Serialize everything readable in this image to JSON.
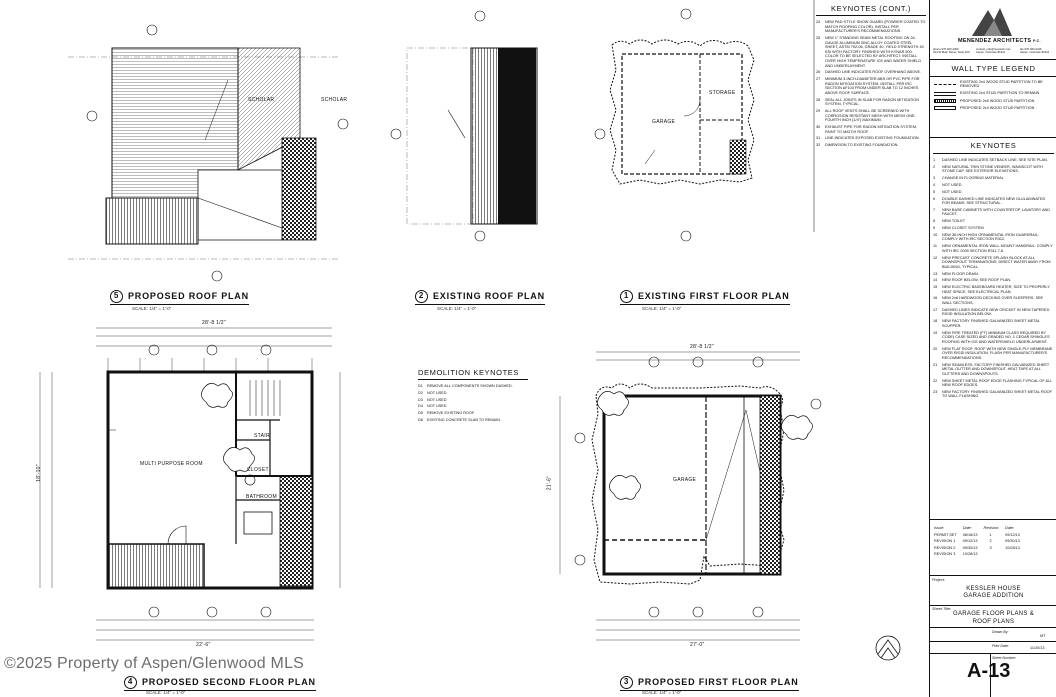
{
  "firm": {
    "name": "MENENDEZ ARCHITECTS",
    "suffix": "P.C.",
    "contact_left": "phone 970.920.4400\n314 W Main Street, Suite 100",
    "contact_mid": "contact_info@menarch.com\nAspen, Colorado 81611",
    "contact_right": "fax 970.920.4416\nAspen, Colorado 81611"
  },
  "wall_legend": {
    "title": "WALL TYPE LEGEND",
    "items": [
      {
        "label": "EXISTING 2x4 WOOD STUD PARTITION TO BE REMOVED",
        "style": "dashed"
      },
      {
        "label": "EXISTING 2x4 STUD PARTITION TO REMAIN",
        "style": "double"
      },
      {
        "label": "PROPOSED 2x6 WOOD STUD PARTITION",
        "style": "hatched"
      },
      {
        "label": "PROPOSED 2x4 WOOD STUD PARTITION",
        "style": "solid"
      }
    ]
  },
  "keynotes": {
    "title": "KEYNOTES",
    "items": [
      {
        "n": "1",
        "t": "DASHED LINE INDICATES SETBACK LINE, SEE SITE PLAN."
      },
      {
        "n": "2",
        "t": "NEW NATURAL THIN STONE VENEER, WAINSCOT WITH STONE CAP. SEE EXTERIOR ELEVATIONS."
      },
      {
        "n": "3",
        "t": "CHANGE IN FLOORING MATERIAL"
      },
      {
        "n": "4",
        "t": "NOT USED"
      },
      {
        "n": "5",
        "t": "NOT USED"
      },
      {
        "n": "6",
        "t": "DOUBLE DASHED LINE INDICATES NEW GLULAMINATED FOR BEAMS. SEE STRUCTURAL."
      },
      {
        "n": "7",
        "t": "NEW BASE CABINETS WITH COUNTERTOP, LAVATORY AND FAUCET."
      },
      {
        "n": "8",
        "t": "NEW TOILET"
      },
      {
        "n": "9",
        "t": "NEW CLOSET SYSTEM"
      },
      {
        "n": "10",
        "t": "NEW 36-INCH HIGH ORNAMENTAL IRON GUARDRAIL. COMPLY WITH IRC SECTION R312."
      },
      {
        "n": "11",
        "t": "NEW ORNAMENTAL IRON WALL MOUNT HANDRAIL. COMPLY WITH IRC 2009 SECTION R311.7.8."
      },
      {
        "n": "12",
        "t": "NEW PRECAST CONCRETE SPLASH BLOCK AT ALL DOWNSPOUT TERMINATIONS. DIRECT WATER AWAY FROM BUILDING, TYPICAL."
      },
      {
        "n": "13",
        "t": "NEW FLOOR DRAIN."
      },
      {
        "n": "14",
        "t": "NEW ROOF BELOW, SEE ROOF PLAN."
      },
      {
        "n": "15",
        "t": "NEW ELECTRIC BASEBOARD HEATER, SIZE TO PROPERLY HEAT SPACE. SEE ELECTRICAL PLAN."
      },
      {
        "n": "16",
        "t": "NEW 2x6 HARDWOOD DECKING OVER SLEEPERS. SEE WALL SECTIONS."
      },
      {
        "n": "17",
        "t": "DASHED LINES INDICATE NEW CRICKET IN NEW TAPERED RIGID INSULATION BELOW."
      },
      {
        "n": "18",
        "t": "NEW FACTORY FINISHED GALVANIZED SHEET METAL SCUPPER."
      },
      {
        "n": "19",
        "t": "NEW FIRE TREATED (FT) MINIMUM CLASS REQUIRED BY CODE) CASE SIZED AND GRADED NO. 1 CEDAR SHINGLES ROOFING WITH ICE AND WATERSHIELD UNDERLAYMENT."
      },
      {
        "n": "20",
        "t": "NEW FLAT ROOF, ROOF WITH NEW SINGLE-PLY MEMBRANE OVER RIGID INSULATION. FLASH PER MANUFACTURER'S RECOMMENDATIONS."
      },
      {
        "n": "21",
        "t": "NEW SEAMLESS, FACTORY FINISHED GALVANIZED SHEET METAL GUTTER AND DOWNSPOUT. HEAT TAPE AT ALL GUTTERS AND DOWNSPOUTS."
      },
      {
        "n": "22",
        "t": "NEW SHEET METAL ROOF EDGE FLASHING TYPICAL OF ALL NEW ROOF EDGES."
      },
      {
        "n": "23",
        "t": "NEW FACTORY FINISHED GALVANIZED SHEET METAL ROOF TO WALL FLASHING."
      }
    ]
  },
  "keynotes_cont": {
    "title": "KEYNOTES (CONT.)",
    "items": [
      {
        "n": "24",
        "t": "NEW PAD STYLE SNOW GUARD (POWDER COATED TO MATCH ROOFING COLOR). INSTALL PER MANUFACTURER'S RECOMMENDATIONS."
      },
      {
        "n": "25",
        "t": "NEW 1\" STANDING SEAM METAL ROOFING ON 24-GAUGE ALUMINUM ZINC ALLOY COATED STEEL SHEET, ASTM 792-06, GRADE 40, YIELD STRENGTH 40 KSI WITH FACTORY FINISHED WITH KYNAR 500. COLOR TO BE SELECTED BY ARCHITECT. INSTALL OVER HIGH TEMPERATURE ICE AND WATER SHIELD AND UNDERLAYMENT."
      },
      {
        "n": "26",
        "t": "DASHED LINE INDICATES ROOF OVERHANG ABOVE."
      },
      {
        "n": "27",
        "t": "MINIMUM 3-INCH-DIAMETER ABS OR PVC PIPE FOR RADON MITIGATION SYSTEM. INSTALL PER IRC SECTION AF103 FROM UNDER SLAB TO 12 INCHES ABOVE ROOF SURFACE."
      },
      {
        "n": "28",
        "t": "SEAL ALL JOINTS IN SLAB FOR RADON MITIGATION SYSTEM, TYPICAL."
      },
      {
        "n": "29",
        "t": "ALL ROOF VENTS SHALL BE SCREENED WITH CORROSION RESISTANT MESH WITH MESH ONE-FOURTH INCH (1/4\") MAXIMUM."
      },
      {
        "n": "30",
        "t": "EXHAUST PIPE FOR RADON MITIGATION SYSTEM, PAINT TO MATCH ROOF."
      },
      {
        "n": "31",
        "t": "LINE INDICATES EXPOSED EXISTING FOUNDATION."
      },
      {
        "n": "32",
        "t": "DIMENSION TO EXISTING FOUNDATION."
      }
    ]
  },
  "demo_keynotes": {
    "title": "DEMOLITION KEYNOTES",
    "items": [
      {
        "n": "D1",
        "t": "REMOVE ALL COMPONENTS SHOWN DASHED."
      },
      {
        "n": "D2",
        "t": "NOT USED"
      },
      {
        "n": "D3",
        "t": "NOT USED"
      },
      {
        "n": "D4",
        "t": "NOT USED"
      },
      {
        "n": "D5",
        "t": "REMOVE EXISTING ROOF"
      },
      {
        "n": "D6",
        "t": "EXISTING CONCRETE SLAB TO REMAIN."
      }
    ]
  },
  "revisions": {
    "headers": [
      "Issue:",
      "Date:",
      "Revision:",
      "Date:"
    ],
    "rows": [
      [
        "PERMIT SET",
        "08/16/13",
        "1",
        "09/12/13"
      ],
      [
        "REVISION 1",
        "09/12/13",
        "2",
        "09/30/13"
      ],
      [
        "REVISION 2",
        "09/30/13",
        "3",
        "10/28/13"
      ],
      [
        "REVISION 3",
        "10/28/13",
        "",
        ""
      ]
    ]
  },
  "project": {
    "label": "Project:",
    "name": "KESSLER HOUSE\nGARAGE ADDITION"
  },
  "sheet_title": {
    "label": "Sheet Title:",
    "value": "GARAGE FLOOR PLANS &\nROOF PLANS"
  },
  "meta": {
    "drawn_label": "Drawn By:",
    "drawn_value": "MT",
    "print_label": "Print Date:",
    "print_value": "11/20/13",
    "sheet_label": "Sheet Number:",
    "sheet_value": "A-13"
  },
  "plans": [
    {
      "num": "5",
      "title": "PROPOSED ROOF PLAN",
      "scale": "SCALE: 1/4\" = 1'-0\""
    },
    {
      "num": "2",
      "title": "EXISTING ROOF PLAN",
      "scale": "SCALE: 1/4\" = 1'-0\""
    },
    {
      "num": "1",
      "title": "EXISTING FIRST FLOOR PLAN",
      "scale": "SCALE: 1/4\" = 1'-0\""
    },
    {
      "num": "4",
      "title": "PROPOSED SECOND FLOOR PLAN",
      "scale": "SCALE: 1/4\" = 1'-0\""
    },
    {
      "num": "3",
      "title": "PROPOSED FIRST FLOOR PLAN",
      "scale": "SCALE: 1/4\" = 1'-0\""
    }
  ],
  "rooms": {
    "garage_existing": "GARAGE",
    "storage": "STORAGE",
    "multi_purpose": "MULTI PURPOSE ROOM",
    "bathroom": "BATHROOM",
    "stair": "STAIR",
    "closet": "CLOSET",
    "garage_proposed": "GARAGE",
    "scholar_1": "SCHOLAR",
    "scholar_2": "SCHOLAR"
  },
  "dims": {
    "top_overall_4": "28'-8 1/2\"",
    "top_overall_3": "28'-8 1/2\"",
    "bottom_overall_4": "22'-6\"",
    "bottom_overall_3": "27'-0\"",
    "left_4": "18'-10\"",
    "right_3": "21'-6\""
  },
  "watermark": "©2025 Property of Aspen/Glenwood MLS"
}
